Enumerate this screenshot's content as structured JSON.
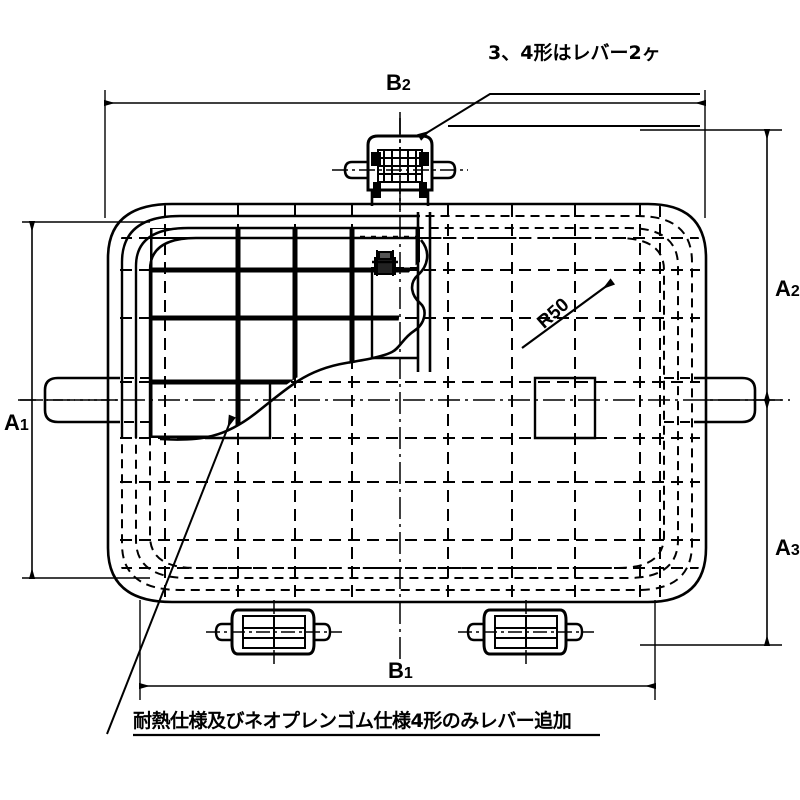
{
  "drawing": {
    "type": "mechanical-plan-view",
    "title_visible": false,
    "line_color": "#000000",
    "background_color": "#ffffff",
    "dimensions": {
      "b2": {
        "label": "B",
        "subscript": "2",
        "orientation": "horizontal",
        "position": "top",
        "full_label": "B2"
      },
      "b1": {
        "label": "B",
        "subscript": "1",
        "orientation": "horizontal",
        "position": "bottom",
        "full_label": "B1"
      },
      "a1": {
        "label": "A",
        "subscript": "1",
        "orientation": "vertical",
        "position": "left",
        "full_label": "A1"
      },
      "a2": {
        "label": "A",
        "subscript": "2",
        "orientation": "vertical",
        "position": "right-upper",
        "full_label": "A2"
      },
      "a3": {
        "label": "A",
        "subscript": "3",
        "orientation": "vertical",
        "position": "right-lower",
        "full_label": "A3"
      }
    },
    "radius_callout": {
      "text": "R50",
      "value": 50,
      "unit": "mm",
      "rotation_deg": -41
    },
    "notes": {
      "top": "3、4形はレバー2ヶ",
      "bottom": "耐熱仕様及びネオプレンゴム仕様4形のみレバー追加"
    }
  }
}
